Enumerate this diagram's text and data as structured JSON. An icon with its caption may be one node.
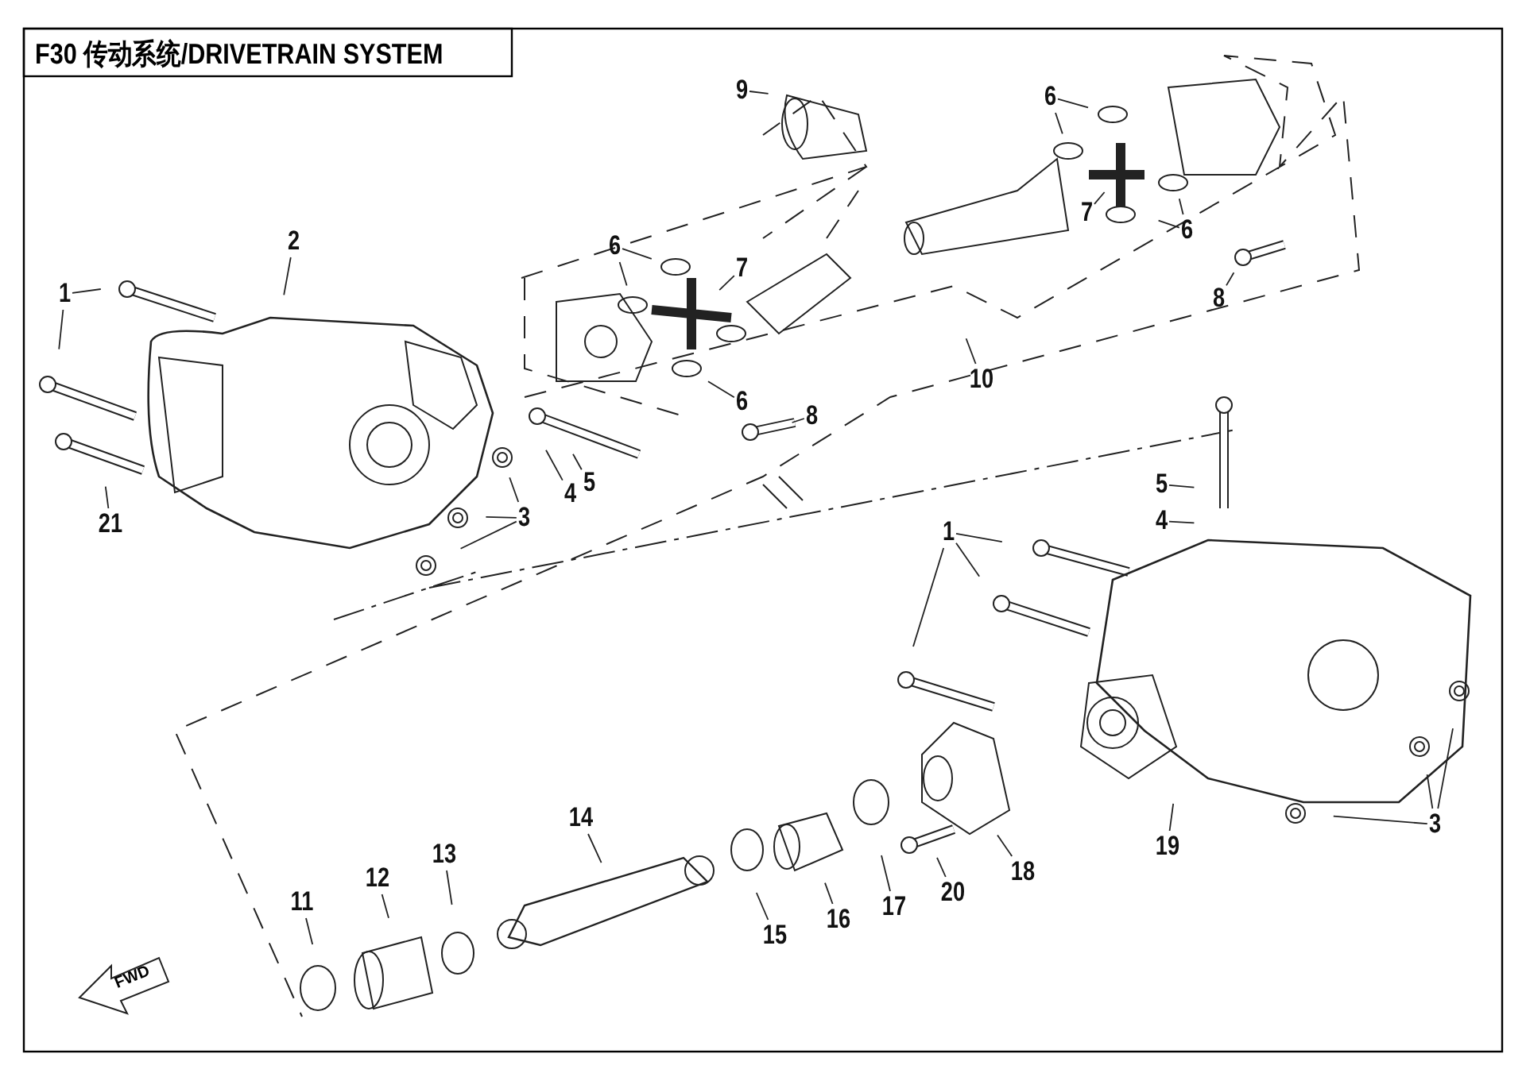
{
  "diagram": {
    "title": "F30 传动系统/DRIVETRAIN SYSTEM",
    "nodes": [
      {
        "text": [
          "1"
        ]
      },
      {
        "text": [
          "2"
        ]
      },
      {
        "text": [
          "9"
        ]
      },
      {
        "text": [
          "6"
        ]
      },
      {
        "text": [
          "6"
        ]
      },
      {
        "text": [
          "7"
        ]
      },
      {
        "text": [
          "7"
        ]
      },
      {
        "text": [
          "6"
        ]
      },
      {
        "text": [
          "8"
        ]
      },
      {
        "text": [
          "8"
        ]
      },
      {
        "text": [
          "6"
        ]
      },
      {
        "text": [
          "10"
        ]
      },
      {
        "text": [
          "21"
        ]
      },
      {
        "text": [
          "4"
        ]
      },
      {
        "text": [
          "5"
        ]
      },
      {
        "text": [
          "3"
        ]
      },
      {
        "text": [
          "5"
        ]
      },
      {
        "text": [
          "4"
        ]
      },
      {
        "text": [
          "1"
        ]
      },
      {
        "text": [
          "19"
        ]
      },
      {
        "text": [
          "3"
        ]
      },
      {
        "text": [
          "14"
        ]
      },
      {
        "text": [
          "12"
        ]
      },
      {
        "text": [
          "13"
        ]
      },
      {
        "text": [
          "11"
        ]
      },
      {
        "text": [
          "15"
        ]
      },
      {
        "text": [
          "16"
        ]
      },
      {
        "text": [
          "17"
        ]
      },
      {
        "text": [
          "20"
        ]
      },
      {
        "text": [
          "18"
        ]
      }
    ],
    "edges": [
      {
        "from": 0,
        "to": null,
        "arrow": "none"
      },
      {
        "from": 0,
        "to": null,
        "arrow": "none"
      },
      {
        "from": 1,
        "to": null,
        "arrow": "none"
      },
      {
        "from": 2,
        "to": null,
        "arrow": "none"
      },
      {
        "from": 3,
        "to": null,
        "arrow": "none"
      },
      {
        "from": 3,
        "to": null,
        "arrow": "none"
      },
      {
        "from": 4,
        "to": null,
        "arrow": "none"
      },
      {
        "from": 4,
        "to": null,
        "arrow": "none"
      },
      {
        "from": 5,
        "to": null,
        "arrow": "none"
      },
      {
        "from": 6,
        "to": null,
        "arrow": "none"
      },
      {
        "from": 7,
        "to": null,
        "arrow": "none"
      },
      {
        "from": 7,
        "to": null,
        "arrow": "none"
      },
      {
        "from": 8,
        "to": null,
        "arrow": "none"
      },
      {
        "from": 9,
        "to": null,
        "arrow": "none"
      },
      {
        "from": 10,
        "to": null,
        "arrow": "none"
      },
      {
        "from": 11,
        "to": null,
        "arrow": "none"
      },
      {
        "from": 12,
        "to": null,
        "arrow": "none"
      },
      {
        "from": 13,
        "to": null,
        "arrow": "none"
      },
      {
        "from": 14,
        "to": null,
        "arrow": "none"
      },
      {
        "from": 15,
        "to": null,
        "arrow": "none"
      },
      {
        "from": 15,
        "to": null,
        "arrow": "none"
      },
      {
        "from": 15,
        "to": null,
        "arrow": "none"
      },
      {
        "from": 16,
        "to": null,
        "arrow": "none"
      },
      {
        "from": 17,
        "to": null,
        "arrow": "none"
      },
      {
        "from": 18,
        "to": null,
        "arrow": "none"
      },
      {
        "from": 18,
        "to": null,
        "arrow": "none"
      },
      {
        "from": 18,
        "to": null,
        "arrow": "none"
      },
      {
        "from": 19,
        "to": null,
        "arrow": "none"
      },
      {
        "from": 20,
        "to": null,
        "arrow": "none"
      },
      {
        "from": 20,
        "to": null,
        "arrow": "none"
      },
      {
        "from": 20,
        "to": null,
        "arrow": "none"
      },
      {
        "from": 21,
        "to": null,
        "arrow": "none"
      },
      {
        "from": 22,
        "to": null,
        "arrow": "none"
      },
      {
        "from": 23,
        "to": null,
        "arrow": "none"
      },
      {
        "from": 24,
        "to": null,
        "arrow": "none"
      },
      {
        "from": 25,
        "to": null,
        "arrow": "none"
      },
      {
        "from": 26,
        "to": null,
        "arrow": "none"
      },
      {
        "from": 27,
        "to": null,
        "arrow": "none"
      },
      {
        "from": 28,
        "to": null,
        "arrow": "none"
      },
      {
        "from": 29,
        "to": null,
        "arrow": "none"
      }
    ],
    "labels": [
      "FWD"
    ]
  }
}
